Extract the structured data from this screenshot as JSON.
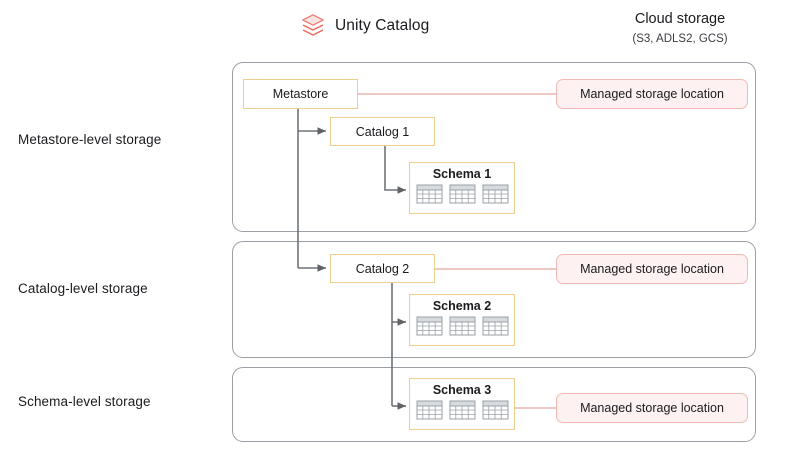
{
  "header": {
    "unity_catalog": {
      "label": "Unity Catalog",
      "icon": "stacked-layers-icon",
      "color": "#e8695e"
    },
    "cloud_storage": {
      "title": "Cloud storage",
      "subtitle": "(S3, ADLS2, GCS)"
    }
  },
  "rows": [
    {
      "label": "Metastore-level storage"
    },
    {
      "label": "Catalog-level storage"
    },
    {
      "label": "Schema-level storage"
    }
  ],
  "nodes": {
    "metastore": "Metastore",
    "catalog1": "Catalog 1",
    "catalog2": "Catalog 2",
    "schema1": "Schema 1",
    "schema2": "Schema 2",
    "schema3": "Schema 3"
  },
  "storage": {
    "metastore_location": "Managed storage location",
    "catalog_location": "Managed storage location",
    "schema_location": "Managed storage location"
  },
  "icons": {
    "table": "table-icon"
  },
  "colors": {
    "node_border": "#eccf8d",
    "storage_border": "#f0b9b4",
    "storage_fill": "#fdf2f1",
    "panel_border": "#9aa0a6",
    "connector_gray": "#6f7378",
    "connector_pink": "#eab6b0",
    "brand": "#e8695e"
  }
}
